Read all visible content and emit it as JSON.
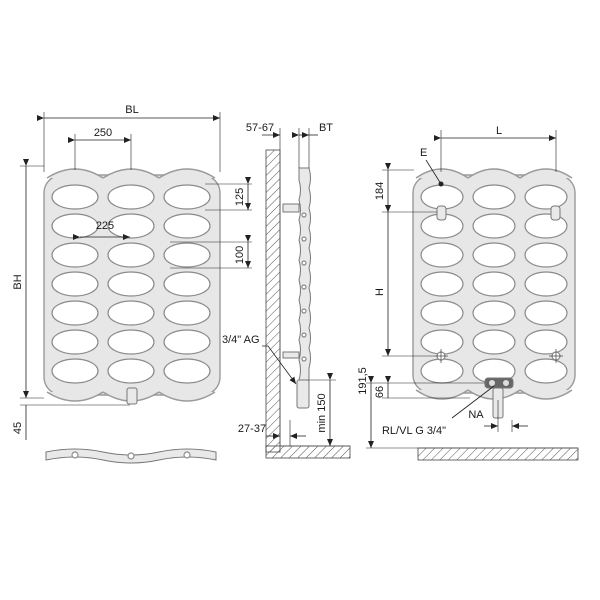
{
  "front_view": {
    "width_label": "BL",
    "pitch_label": "250",
    "hole_label": "225",
    "row_gap_label": "125",
    "row_pitch_label": "100",
    "height_label": "BH",
    "bottom_label": "45"
  },
  "side_view": {
    "distance_label": "57-67",
    "depth_label": "BT",
    "connection_label": "3/4\" AG",
    "min_label": "min 150",
    "floor_gap_label": "27-37"
  },
  "right_view": {
    "l_label": "L",
    "e_label": "E",
    "top_label": "184",
    "h_label": "H",
    "conn_height_label": "191,5",
    "bottom_label": "66",
    "na_label": "NA",
    "rlvl_label": "RL/VL G 3/4\""
  }
}
